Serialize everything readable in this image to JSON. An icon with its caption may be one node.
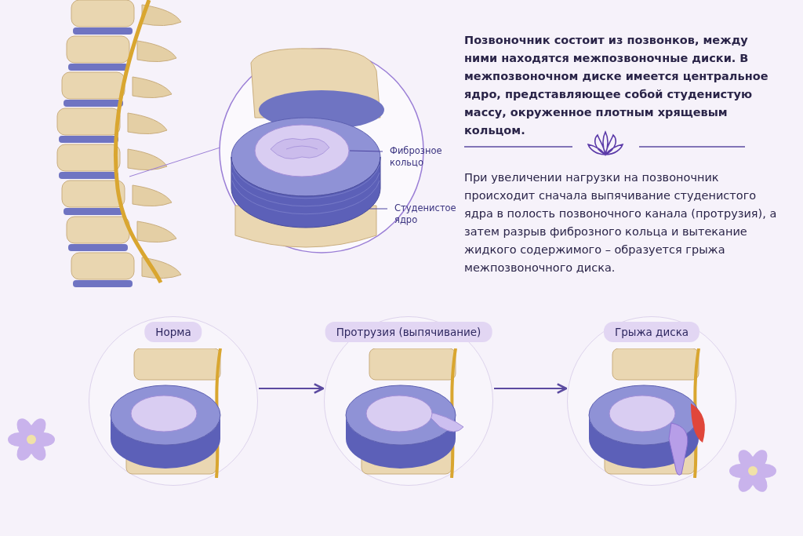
{
  "diagram": {
    "nodes": [
      {
        "text": [
          "Фиброзное кольцо"
        ]
      },
      {
        "text": [],
        "shape": "picture"
      },
      {
        "text": [
          "Студенистое ядро"
        ]
      },
      {
        "text": [],
        "shape": "picture"
      },
      {
        "text": [
          "Норма"
        ]
      },
      {
        "text": [
          "Протрузия (выпячивание)"
        ]
      },
      {
        "text": [
          "Грыжа диска"
        ]
      }
    ],
    "edges": [
      {
        "from": 0,
        "to": 1,
        "arrow": "none"
      },
      {
        "from": 2,
        "to": 3,
        "arrow": "none"
      },
      {
        "from": 4,
        "to": 5,
        "arrow": "to"
      },
      {
        "from": 5,
        "to": 6,
        "arrow": "to"
      }
    ],
    "labels": [
      "Позвоночник состоит из позвонков, между ними находятся межпозвоночные диски. В межпозвоночном диске имеется центральное ядро, представляющее собой студенистую массу, окруженное плотным хрящевым кольцом.",
      "При увеличении нагрузки на позвоночник происходит сначала выпячивание студенистого ядра в полость позвоночного канала (протрузия), а затем разрыв фиброзного кольца и вытекание жидкого содержимого – образуется грыжа межпозвоночного диска."
    ]
  }
}
